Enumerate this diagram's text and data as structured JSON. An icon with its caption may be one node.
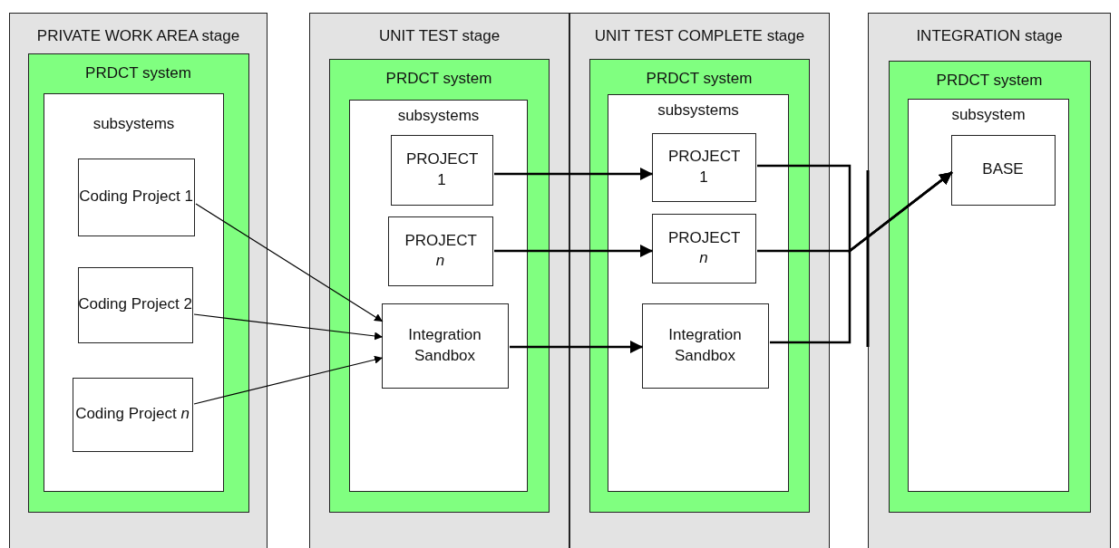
{
  "diagram": {
    "nodes": [
      {
        "text": [
          "PRIVATE WORK AREA stage"
        ]
      },
      {
        "text": [
          "PRDCT system"
        ],
        "in": 0
      },
      {
        "text": [
          "subsystems"
        ],
        "in": 1
      },
      {
        "text": [
          "Coding Project 1"
        ],
        "in": 2
      },
      {
        "text": [
          "Coding Project 2"
        ],
        "in": 2
      },
      {
        "text": [
          "Coding Project *n*"
        ],
        "in": 2
      },
      {
        "text": [
          "UNIT TEST stage"
        ]
      },
      {
        "text": [
          "PRDCT system"
        ],
        "in": 6
      },
      {
        "text": [
          "subsystems"
        ],
        "in": 7
      },
      {
        "text": [
          "PROJECT 1"
        ],
        "in": 8
      },
      {
        "text": [
          "PROJECT *n*"
        ],
        "in": 8
      },
      {
        "text": [
          "Integration Sandbox"
        ],
        "in": 8
      },
      {
        "text": [
          "UNIT TEST COMPLETE stage"
        ]
      },
      {
        "text": [
          "PRDCT system"
        ],
        "in": 12
      },
      {
        "text": [
          "subsystems"
        ],
        "in": 13
      },
      {
        "text": [
          "PROJECT 1"
        ],
        "in": 14
      },
      {
        "text": [
          "PROJECT *n*"
        ],
        "in": 14
      },
      {
        "text": [
          "Integration Sandbox"
        ],
        "in": 14
      },
      {
        "text": [
          "INTEGRATION stage"
        ]
      },
      {
        "text": [
          "PRDCT system"
        ],
        "in": 18
      },
      {
        "text": [
          "subsystem"
        ],
        "in": 19
      },
      {
        "text": [
          "BASE"
        ],
        "in": 20
      }
    ],
    "edges": [
      {
        "from": 3,
        "to": 11,
        "arrow": "to"
      },
      {
        "from": 4,
        "to": 11,
        "arrow": "to"
      },
      {
        "from": 5,
        "to": 11,
        "arrow": "to"
      },
      {
        "from": 9,
        "to": 15,
        "arrow": "to"
      },
      {
        "from": 10,
        "to": 16,
        "arrow": "to"
      },
      {
        "from": 11,
        "to": 17,
        "arrow": "to"
      },
      {
        "from": 15,
        "to": 21,
        "arrow": "to"
      },
      {
        "from": 16,
        "to": 21,
        "arrow": "to"
      },
      {
        "from": 17,
        "to": 21,
        "arrow": "to"
      }
    ]
  }
}
